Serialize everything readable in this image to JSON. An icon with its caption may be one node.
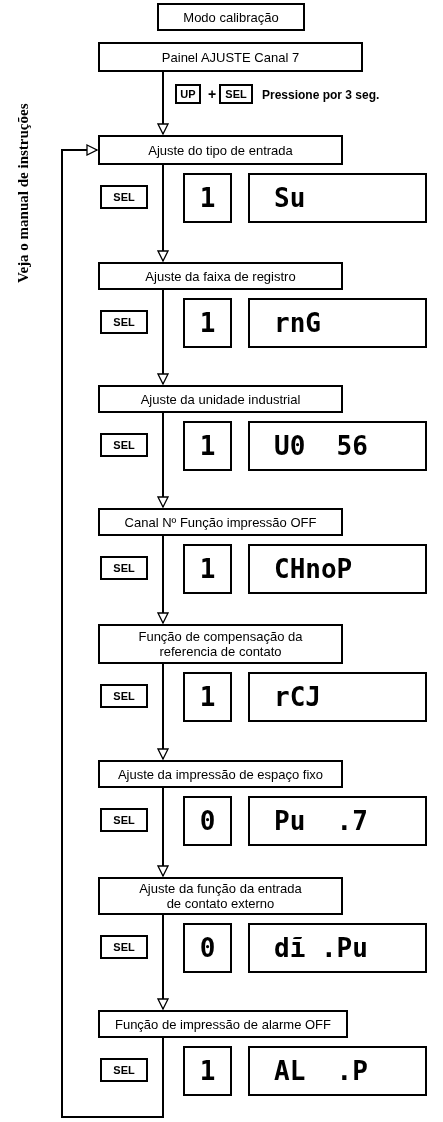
{
  "diagram": {
    "nodes": [
      {
        "text": [
          "Modo calibração"
        ]
      },
      {
        "text": [
          "Painel AJUSTE   Canal 7"
        ]
      },
      {
        "text": [
          "UP"
        ]
      },
      {
        "text": [
          "SEL"
        ]
      },
      {
        "text": [
          "Ajuste do tipo de entrada"
        ]
      },
      {
        "text": [
          "SEL"
        ]
      },
      {
        "text": [
          "1"
        ]
      },
      {
        "text": [
          "Su"
        ]
      },
      {
        "text": [
          "Ajuste da faixa de registro"
        ]
      },
      {
        "text": [
          "SEL"
        ]
      },
      {
        "text": [
          "1"
        ]
      },
      {
        "text": [
          "rnG"
        ]
      },
      {
        "text": [
          "Ajuste da unidade industrial"
        ]
      },
      {
        "text": [
          "SEL"
        ]
      },
      {
        "text": [
          "1"
        ]
      },
      {
        "text": [
          "U0  56"
        ]
      },
      {
        "text": [
          "Canal Nº Função impressão OFF"
        ]
      },
      {
        "text": [
          "SEL"
        ]
      },
      {
        "text": [
          "1"
        ]
      },
      {
        "text": [
          "CHnoP"
        ]
      },
      {
        "text": [
          "Função de compensação da referencia de contato"
        ]
      },
      {
        "text": [
          "SEL"
        ]
      },
      {
        "text": [
          "1"
        ]
      },
      {
        "text": [
          "rCJ"
        ]
      },
      {
        "text": [
          "Ajuste da impressão de espaço fixo"
        ]
      },
      {
        "text": [
          "SEL"
        ]
      },
      {
        "text": [
          "0"
        ]
      },
      {
        "text": [
          "Pu  .7"
        ]
      },
      {
        "text": [
          "Ajuste da função da entrada de contato externo"
        ]
      },
      {
        "text": [
          "SEL"
        ]
      },
      {
        "text": [
          "0"
        ]
      },
      {
        "text": [
          "dĩ .Pu"
        ]
      },
      {
        "text": [
          "Função de impressão de alarme OFF"
        ]
      },
      {
        "text": [
          "SEL"
        ]
      },
      {
        "text": [
          "1"
        ]
      },
      {
        "text": [
          "AL  .P"
        ]
      }
    ],
    "edges": [
      {
        "from": 1,
        "to": 4,
        "arrow": "to"
      },
      {
        "from": 4,
        "to": 8,
        "arrow": "to"
      },
      {
        "from": 8,
        "to": 12,
        "arrow": "to"
      },
      {
        "from": 12,
        "to": 16,
        "arrow": "to"
      },
      {
        "from": 16,
        "to": 20,
        "arrow": "to"
      },
      {
        "from": 20,
        "to": 24,
        "arrow": "to"
      },
      {
        "from": 24,
        "to": 28,
        "arrow": "to"
      },
      {
        "from": 28,
        "to": 32,
        "arrow": "to"
      },
      {
        "from": 32,
        "to": 4,
        "arrow": "to"
      }
    ],
    "labels": [
      "+",
      "Pressione por 3 seg.",
      "Veja o manual de instruções"
    ]
  }
}
